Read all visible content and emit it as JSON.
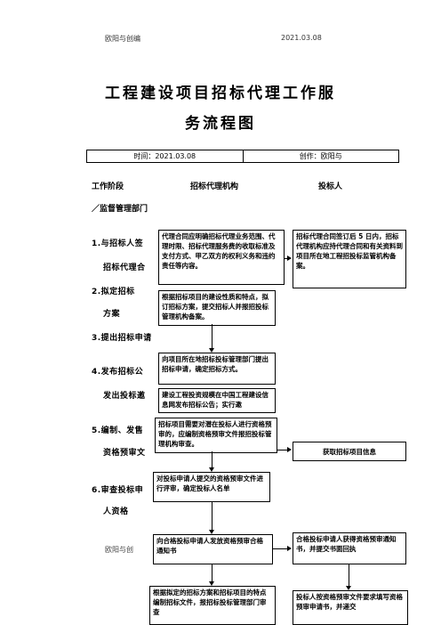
{
  "header": {
    "author": "欧阳与创编",
    "date": "2021.03.08"
  },
  "title": {
    "line1": "工程建设项目招标代理工作服",
    "line2": "务流程图"
  },
  "info_table": {
    "time": "时间：2021.03.08",
    "creator": "创作：欧阳与"
  },
  "columns": {
    "stage": "工作阶段",
    "agency": "招标代理机构",
    "client": "投标人",
    "supervisor": "／监督管理部门"
  },
  "steps": [
    {
      "line1": "1.与招标人签",
      "line2": "招标代理合"
    },
    {
      "line1": "2.拟定招标",
      "line2": "方案"
    },
    {
      "line1": "3.提出招标申请"
    },
    {
      "line1": "4.发布招标公",
      "line2": "发出投标邀"
    },
    {
      "line1": "5.编制、发售",
      "line2": "资格预审文"
    },
    {
      "line1": "6.审查投标申",
      "line2": "人资格"
    }
  ],
  "boxes": {
    "contract": "代理合同应明确招标代理业务范围、代理时限、招标代理服务费的收取标准及支付方式、甲乙双方的权利义务和违约责任等内容。",
    "contract_note": "招标代理合同签订后 5 日内，招标代理机构应持代理合同和有关资料到项目所在地工程招投标监管机构备案。",
    "plan": "根据招标项目的建设性质和特点，拟订招标方案，提交招标人并报招投标管理机构备案。",
    "apply": "向项目所在地招标投标管理部门提出招标申请，确定招标方式。",
    "publish": "建设工程投资规模在中国工程建设信息网发布招标公告；实行邀",
    "prequal": "招标项目需要对潜在投标人进行资格预审的，应编制资格预审文件报招投标管理机构审查。",
    "obtain": "获取招标项目信息",
    "review": "对投标申请人提交的资格预审文件进行评审，确定投标人名单",
    "notice": "向合格投标申请人发放资格预审合格通知书",
    "notice_client": "合格投标申请人获得资格预审通知书，并提交书面回执",
    "tender_docs": "根据拟定的招标方案和招标项目的特点编制招标文件，报招标投标管理部门审查",
    "client_fill": "投标人按资格预审文件要求填写资格预审申请书，并递交"
  },
  "footer": {
    "author": "欧阳与创"
  }
}
